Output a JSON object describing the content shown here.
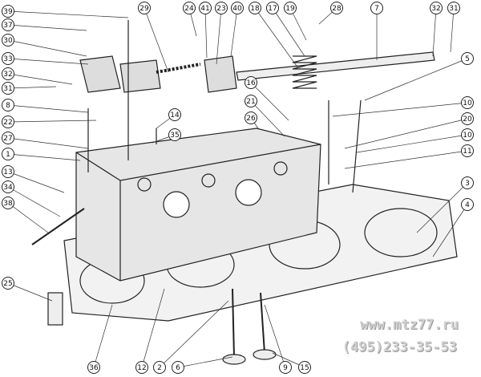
{
  "title": "Cylinder head assembly exploded view",
  "callouts": [
    "39",
    "37",
    "30",
    "33",
    "32",
    "31",
    "8",
    "22",
    "27",
    "1",
    "13",
    "34",
    "38",
    "25",
    "29",
    "24",
    "41",
    "23",
    "40",
    "18",
    "17",
    "19",
    "28",
    "7",
    "32",
    "31",
    "5",
    "10",
    "20",
    "10",
    "11",
    "3",
    "4",
    "14",
    "35",
    "26",
    "16",
    "21",
    "36",
    "12",
    "2",
    "6",
    "9",
    "15"
  ],
  "watermark": {
    "url": "www.mtz77.ru",
    "phone": "(495)233-35-53"
  }
}
